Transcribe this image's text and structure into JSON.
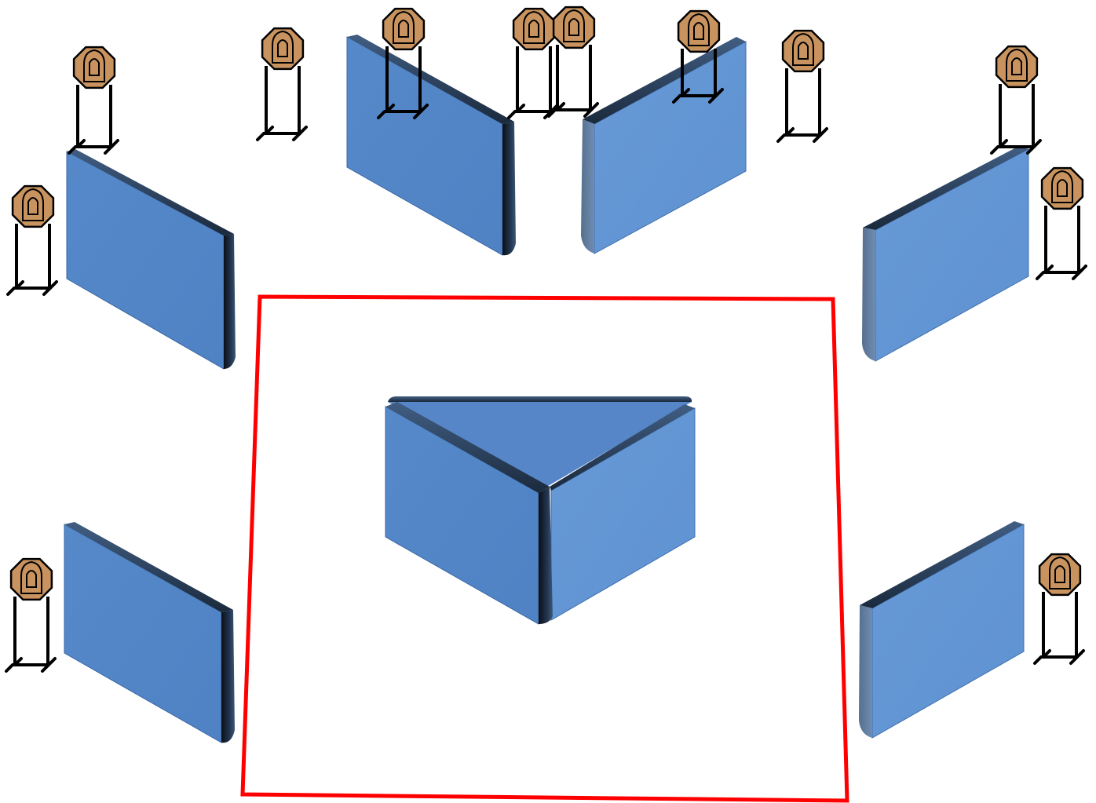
{
  "diagram": {
    "kind": "shooting-stage-layout",
    "colors": {
      "background": "#ffffff",
      "wall_face": "#5b8ccf",
      "wall_edge": "#1a2a40",
      "shooting_area_border": "#ff0000",
      "target_fill": "#c8935f",
      "target_stroke": "#000000",
      "stand": "#000000"
    },
    "shooting_area": {
      "count": 1
    },
    "walls": {
      "count": 9,
      "center_barricade": "v-shaped"
    },
    "targets": {
      "count": 12,
      "shape": "octagon-steel-on-stand"
    }
  }
}
